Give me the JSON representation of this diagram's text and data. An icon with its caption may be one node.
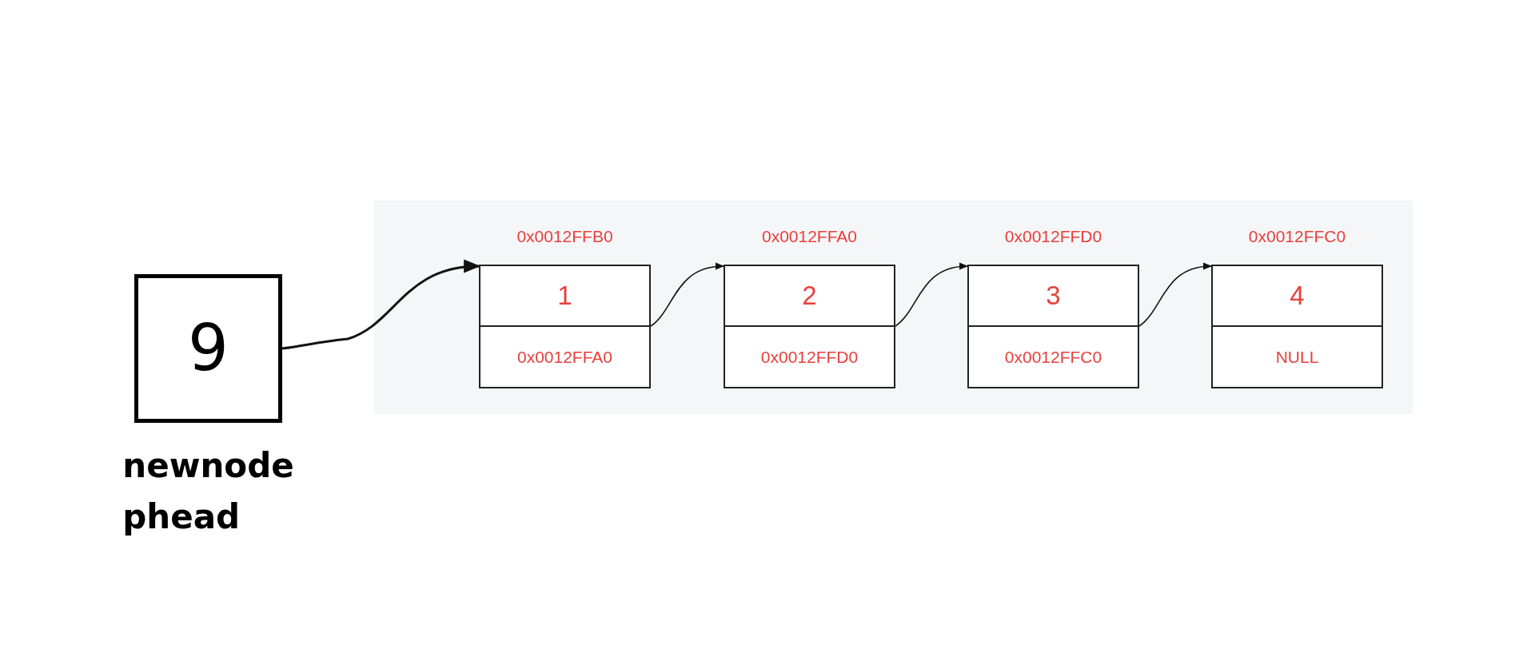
{
  "diagram": {
    "nodes": [
      {
        "text": [
          "9"
        ],
        "beside": [
          "newnode",
          "phead"
        ]
      },
      {
        "text": [
          "0x0012FFB0",
          "1",
          "0x0012FFA0"
        ]
      },
      {
        "text": [
          "0x0012FFA0",
          "2",
          "0x0012FFD0"
        ]
      },
      {
        "text": [
          "0x0012FFD0",
          "3",
          "0x0012FFC0"
        ]
      },
      {
        "text": [
          "0x0012FFC0",
          "4",
          "NULL"
        ]
      }
    ],
    "edges": [
      {
        "from": 0,
        "to": 1,
        "arrow": "to"
      },
      {
        "from": 1,
        "to": 2,
        "arrow": "to"
      },
      {
        "from": 2,
        "to": 3,
        "arrow": "to"
      },
      {
        "from": 3,
        "to": 4,
        "arrow": "to"
      }
    ]
  }
}
